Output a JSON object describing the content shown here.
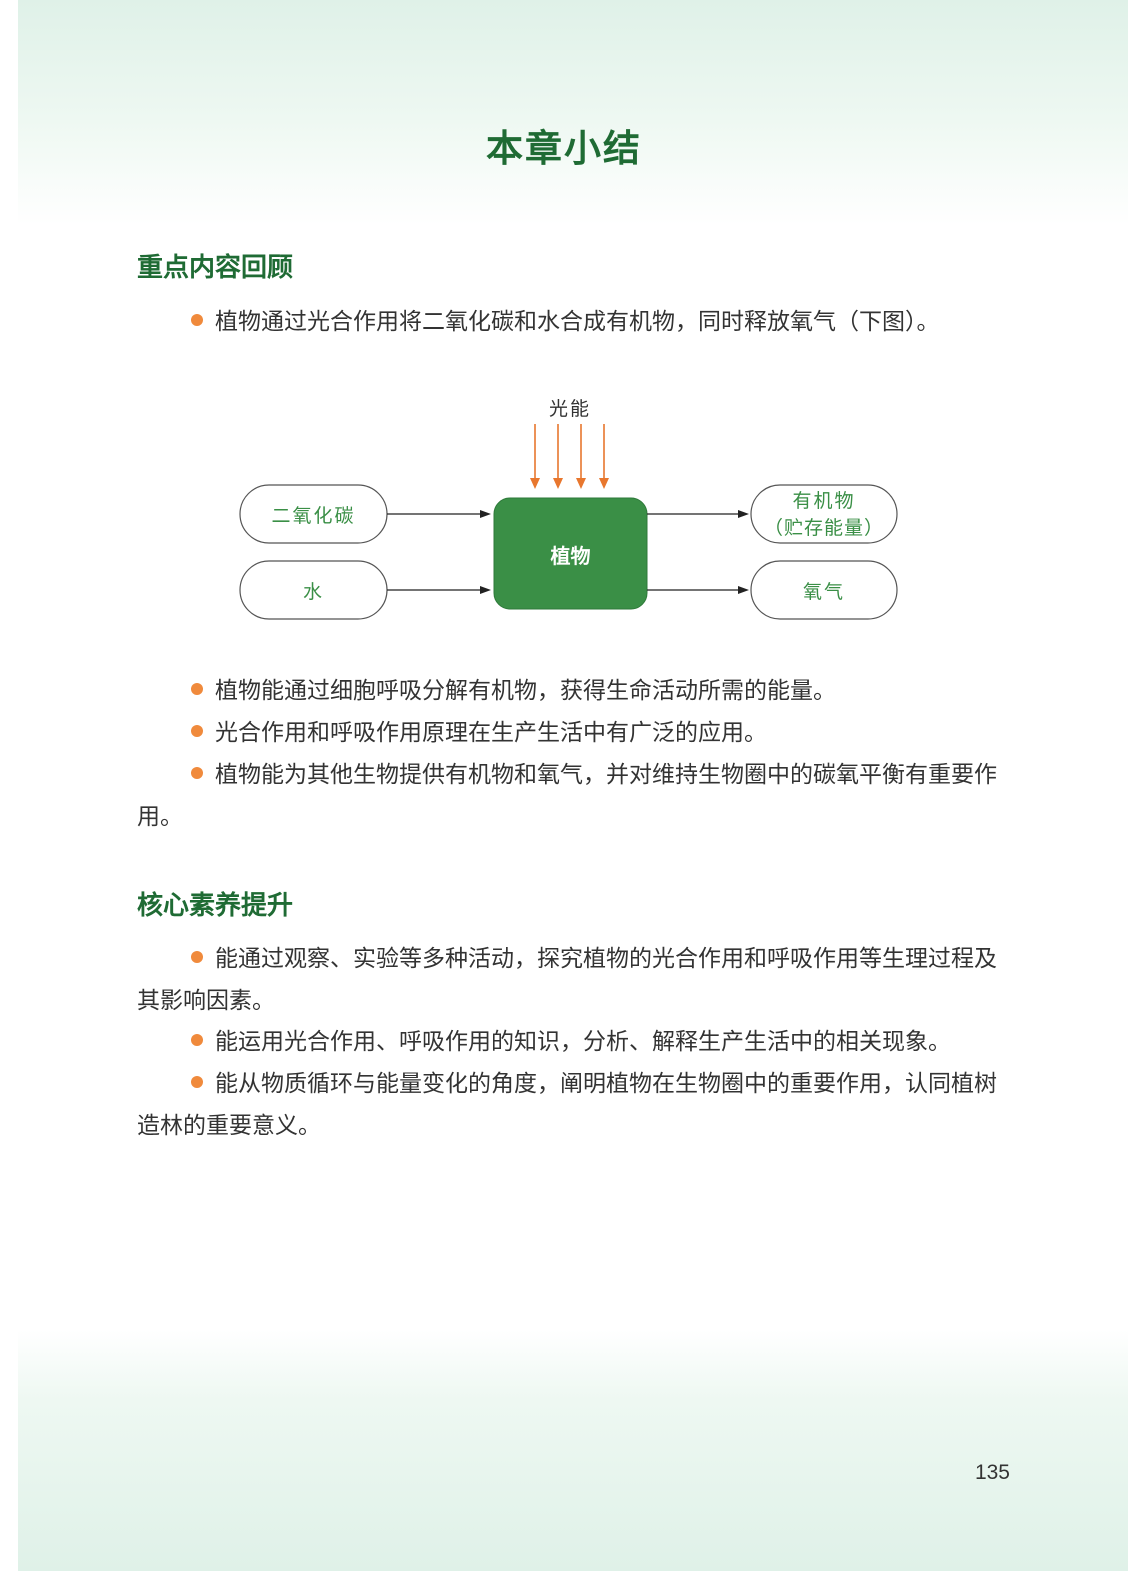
{
  "title": "本章小结",
  "sections": [
    {
      "heading": "重点内容回顾",
      "items": [
        "植物通过光合作用将二氧化碳和水合成有机物，同时释放氧气（下图）。",
        "植物能通过细胞呼吸分解有机物，获得生命活动所需的能量。",
        "光合作用和呼吸作用原理在生产生活中有广泛的应用。",
        "植物能为其他生物提供有机物和氧气，并对维持生物圈中的碳氧平衡有重要作用。"
      ]
    },
    {
      "heading": "核心素养提升",
      "items": [
        "能通过观察、实验等多种活动，探究植物的光合作用和呼吸作用等生理过程及其影响因素。",
        "能运用光合作用、呼吸作用的知识，分析、解释生产生活中的相关现象。",
        "能从物质循环与能量变化的角度，阐明植物在生物圈中的重要作用，认同植树造林的重要意义。"
      ]
    }
  ],
  "diagram": {
    "light": "光能",
    "center": "植物",
    "inputs": [
      "二氧化碳",
      "水"
    ],
    "outputs": [
      "有机物",
      "（贮存能量）",
      "氧气"
    ],
    "colors": {
      "plant_box": "#3a8f46",
      "label_text": "#3a8f46",
      "light_arrows": "#e8772e"
    }
  },
  "page_number": "135",
  "colors": {
    "heading": "#1f6b34",
    "bullet": "#f08a3c"
  }
}
